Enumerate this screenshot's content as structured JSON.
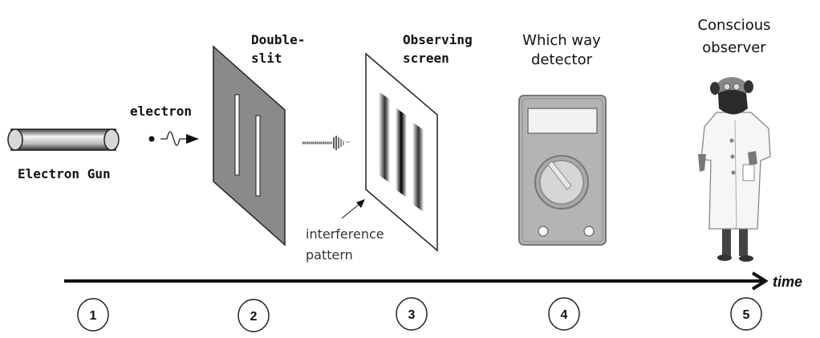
{
  "title": "Double-slit experiment timeline",
  "labels": {
    "electron_gun": "Electron Gun",
    "electron": "electron",
    "double_slit_line1": "Double-",
    "double_slit_line2": "slit",
    "observing_screen_line1": "Observing",
    "observing_screen_line2": "screen",
    "interference_line1": "interference",
    "interference_line2": "pattern",
    "detector_line1": "Which way",
    "detector_line2": "detector",
    "observer_line1": "Conscious",
    "observer_line2": "observer",
    "time_axis": "time"
  },
  "steps": [
    "1",
    "2",
    "3",
    "4",
    "5"
  ],
  "colors": {
    "slit_panel": "#8a8a8a",
    "detector_body": "#b4b4b4",
    "ink": "#111111"
  }
}
